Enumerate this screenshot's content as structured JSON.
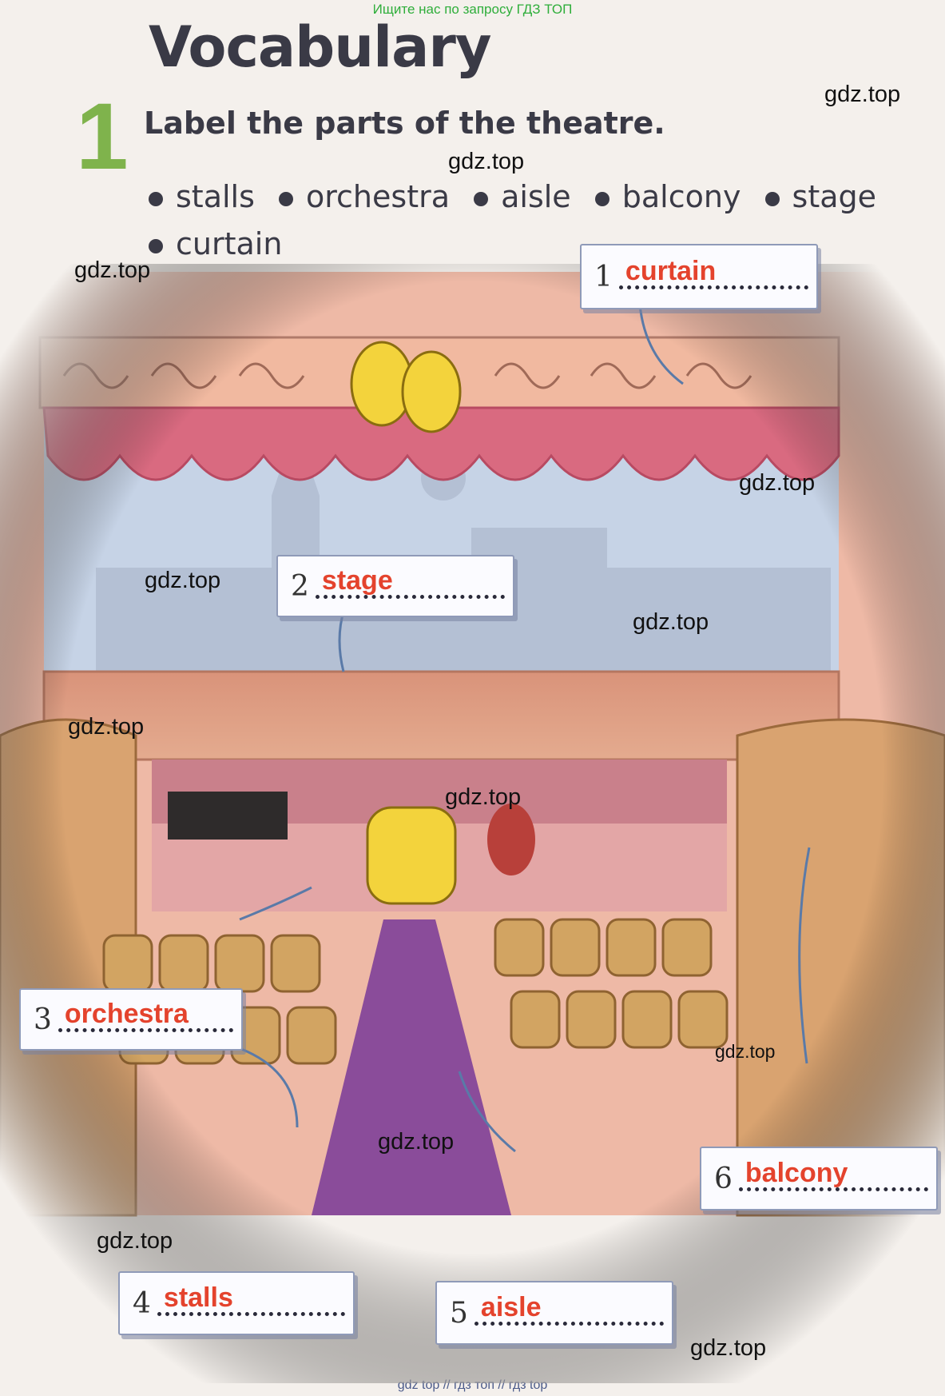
{
  "banner_top": "Ищите нас по запросу ГДЗ ТОП",
  "banner_bottom": "gdz top  //  гдз топ  //  гдз top",
  "title": "Vocabulary",
  "exercise": {
    "number": "1",
    "instruction": "Label the parts of the theatre.",
    "words_row1": [
      "stalls",
      "orchestra",
      "aisle",
      "balcony",
      "stage"
    ],
    "words_row2": [
      "curtain"
    ]
  },
  "labels": [
    {
      "num": "1",
      "answer": "curtain"
    },
    {
      "num": "2",
      "answer": "stage"
    },
    {
      "num": "3",
      "answer": "orchestra"
    },
    {
      "num": "4",
      "answer": "stalls"
    },
    {
      "num": "5",
      "answer": "aisle"
    },
    {
      "num": "6",
      "answer": "balcony"
    }
  ],
  "watermark": "gdz.top",
  "colors": {
    "title": "#3a3a46",
    "exercise_number": "#7fb34c",
    "answer": "#e4432d",
    "curtain": "#d96a80",
    "backdrop": "#c6d3e6",
    "floor": "#d89a80",
    "seats": "#d2a462",
    "aisle": "#8a4c9a"
  }
}
